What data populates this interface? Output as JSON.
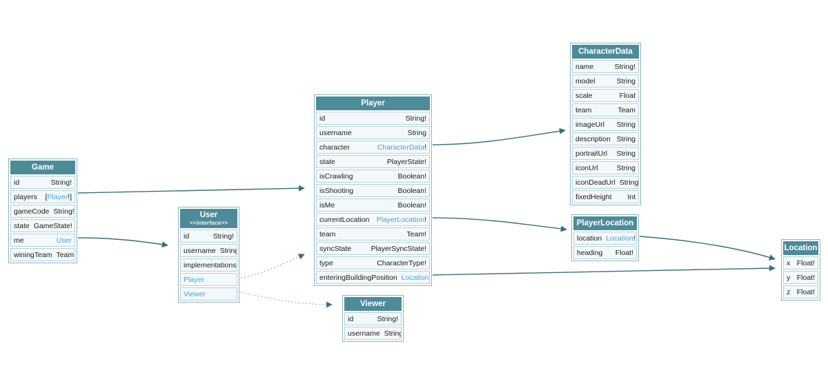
{
  "colors": {
    "header_bg": "#4e8b99",
    "row_bg": "#f3f8fa",
    "row_border": "#b3d0d9",
    "table_border": "#8cb4c0",
    "link_text": "#4da1d8",
    "edge_solid": "#3d6e7c",
    "edge_dotted": "#a3bec7"
  },
  "tables": [
    {
      "id": "game",
      "title": "Game",
      "rows": [
        {
          "field": "id",
          "type": "String!"
        },
        {
          "field": "players",
          "prefix": "[",
          "link": "Player",
          "suffix": "!]"
        },
        {
          "field": "gameCode",
          "type": "String!"
        },
        {
          "field": "state",
          "type": "GameState!"
        },
        {
          "field": "me",
          "link": "User"
        },
        {
          "field": "winingTeam",
          "type": "Team"
        }
      ]
    },
    {
      "id": "user",
      "title": "User",
      "subtitle": "<<interface>>",
      "rows": [
        {
          "field": "id",
          "type": "String!"
        },
        {
          "field": "username",
          "type": "String"
        },
        {
          "label": "implementations"
        },
        {
          "link_row": "Player"
        },
        {
          "link_row": "Viewer"
        }
      ]
    },
    {
      "id": "player",
      "title": "Player",
      "rows": [
        {
          "field": "id",
          "type": "String!"
        },
        {
          "field": "username",
          "type": "String"
        },
        {
          "field": "character",
          "link": "CharacterData",
          "suffix": "!"
        },
        {
          "field": "state",
          "type": "PlayerState!"
        },
        {
          "field": "isCrawling",
          "type": "Boolean!"
        },
        {
          "field": "isShooting",
          "type": "Boolean!"
        },
        {
          "field": "isMe",
          "type": "Boolean!"
        },
        {
          "field": "currentLocation",
          "link": "PlayerLocation",
          "suffix": "!"
        },
        {
          "field": "team",
          "type": "Team!"
        },
        {
          "field": "syncState",
          "type": "PlayerSyncState!"
        },
        {
          "field": "type",
          "type": "CharacterType!"
        },
        {
          "field": "enteringBuildingPosition",
          "link": "Location"
        }
      ]
    },
    {
      "id": "viewer",
      "title": "Viewer",
      "rows": [
        {
          "field": "id",
          "type": "String!"
        },
        {
          "field": "username",
          "type": "String"
        }
      ]
    },
    {
      "id": "characterdata",
      "title": "CharacterData",
      "rows": [
        {
          "field": "name",
          "type": "String!"
        },
        {
          "field": "model",
          "type": "String"
        },
        {
          "field": "scale",
          "type": "Float"
        },
        {
          "field": "team",
          "type": "Team"
        },
        {
          "field": "imageUrl",
          "type": "String"
        },
        {
          "field": "description",
          "type": "String"
        },
        {
          "field": "portraitUrl",
          "type": "String"
        },
        {
          "field": "iconUrl",
          "type": "String"
        },
        {
          "field": "iconDeadUrl",
          "type": "String"
        },
        {
          "field": "fixedHeight",
          "type": "Int"
        }
      ]
    },
    {
      "id": "playerlocation",
      "title": "PlayerLocation",
      "rows": [
        {
          "field": "location",
          "link": "Location",
          "suffix": "!"
        },
        {
          "field": "heading",
          "type": "Float!"
        }
      ]
    },
    {
      "id": "location",
      "title": "Location",
      "rows": [
        {
          "field": "x",
          "type": "Float!"
        },
        {
          "field": "y",
          "type": "Float!"
        },
        {
          "field": "z",
          "type": "Float!"
        }
      ]
    }
  ],
  "edges": [
    {
      "from": "Game.players",
      "to": "Player",
      "style": "solid"
    },
    {
      "from": "Game.me",
      "to": "User",
      "style": "solid"
    },
    {
      "from": "User.Player",
      "to": "Player",
      "style": "dotted"
    },
    {
      "from": "User.Viewer",
      "to": "Viewer",
      "style": "dotted"
    },
    {
      "from": "Player.character",
      "to": "CharacterData",
      "style": "solid"
    },
    {
      "from": "Player.currentLocation",
      "to": "PlayerLocation",
      "style": "solid"
    },
    {
      "from": "Player.enteringBuildingPosition",
      "to": "Location",
      "style": "solid"
    },
    {
      "from": "PlayerLocation.location",
      "to": "Location",
      "style": "solid"
    }
  ]
}
